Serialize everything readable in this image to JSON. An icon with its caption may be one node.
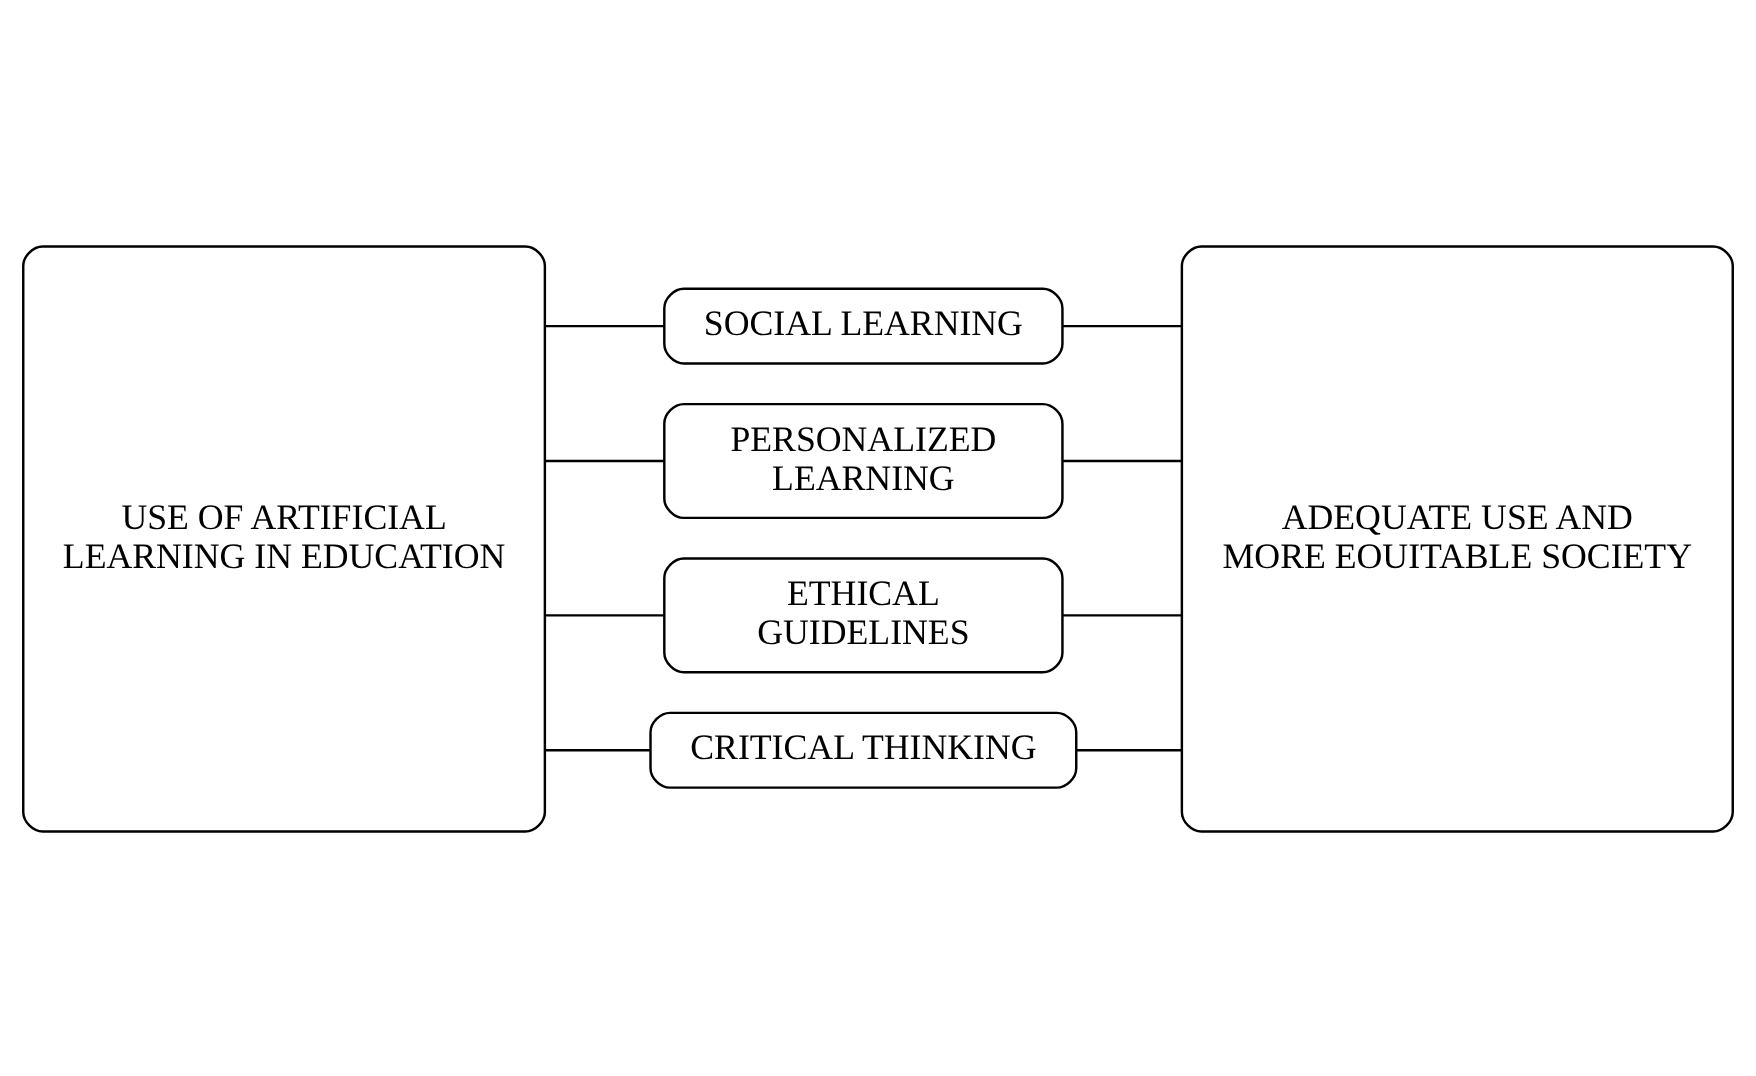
{
  "diagram": {
    "nodes": [
      {
        "text": [
          "USE OF ARTIFICIAL LEARNING IN EDUCATION"
        ]
      },
      {
        "text": [
          "SOCIAL LEARNING"
        ]
      },
      {
        "text": [
          "PERSONALIZED LEARNING"
        ]
      },
      {
        "text": [
          "ETHICAL GUIDELINES"
        ]
      },
      {
        "text": [
          "CRITICAL THINKING"
        ]
      },
      {
        "text": [
          "ADEQUATE USE AND MORE EOUITABLE SOCIETY"
        ]
      }
    ],
    "edges": [
      {
        "from": 0,
        "to": 1,
        "arrow": "none"
      },
      {
        "from": 0,
        "to": 2,
        "arrow": "none"
      },
      {
        "from": 0,
        "to": 3,
        "arrow": "none"
      },
      {
        "from": 0,
        "to": 4,
        "arrow": "none"
      },
      {
        "from": 1,
        "to": 5,
        "arrow": "none"
      },
      {
        "from": 2,
        "to": 5,
        "arrow": "none"
      },
      {
        "from": 3,
        "to": 5,
        "arrow": "none"
      },
      {
        "from": 4,
        "to": 5,
        "arrow": "none"
      }
    ]
  }
}
